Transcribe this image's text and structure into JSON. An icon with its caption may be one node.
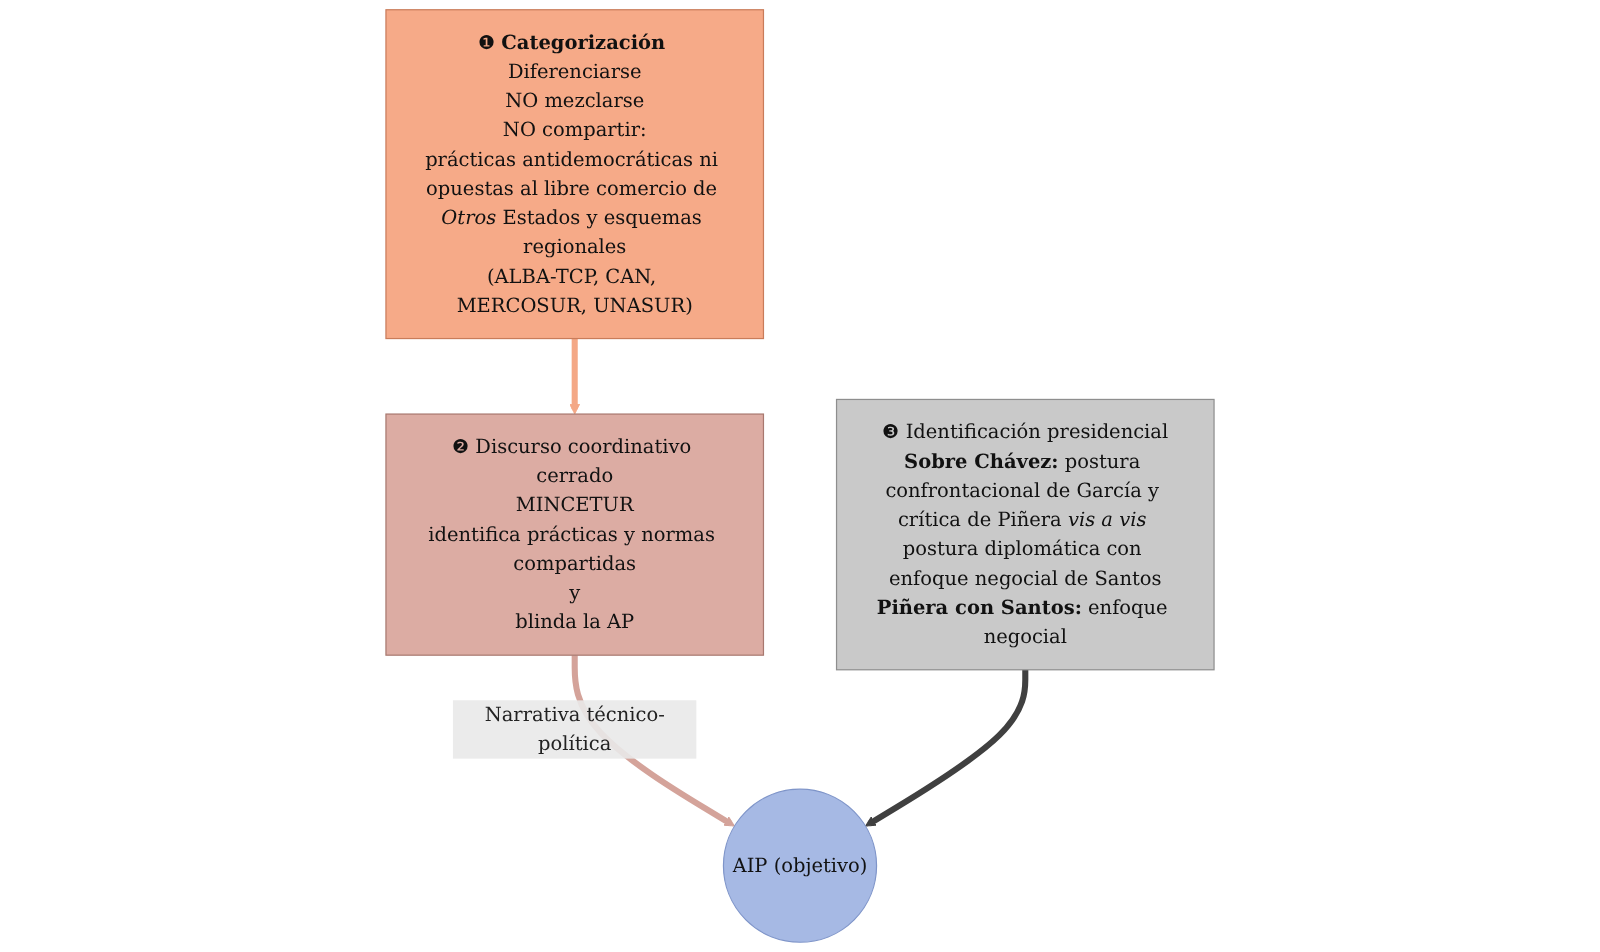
{
  "diagram": {
    "nodes": [
      {
        "text": [
          "❷ Discurso coordinativo cerrado",
          "MINCETUR",
          "identifica prácticas y normas compartidas",
          "y",
          "blinda la AP"
        ]
      },
      {
        "text": [
          "❸ Identificación presidencial",
          "**Sobre Chávez:** postura confrontacional de García y crítica de Piñera *vis a vis* postura diplomática con enfoque negocial de Santos",
          "**Piñera con Santos:** enfoque negocial"
        ]
      },
      {
        "text": [
          "❶ **Categorización** Diferenciarse",
          "NO mezclarse",
          "NO compartir:",
          "prácticas antidemocráticas ni opuestas al libre comercio de *Otros* Estados y esquemas regionales",
          "(ALBA-TCP, CAN, MERCOSUR, UNASUR)"
        ]
      },
      {
        "text": [
          "AIP (objetivo)"
        ]
      }
    ],
    "edges": [
      {
        "from": 2,
        "to": 0,
        "arrow": "to",
        "color": "#f4a886"
      },
      {
        "from": 0,
        "to": 3,
        "arrow": "to",
        "label": "Narrativa técnico-política",
        "color": "#d4a39a"
      },
      {
        "from": 1,
        "to": 3,
        "arrow": "to",
        "color": "#404040"
      }
    ]
  }
}
